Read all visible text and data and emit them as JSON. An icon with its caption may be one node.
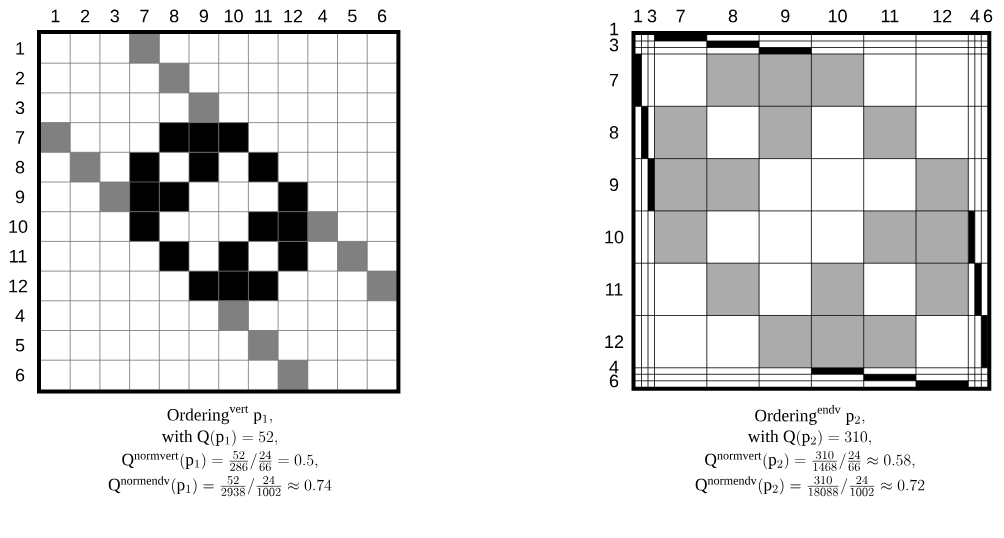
{
  "diagram": {
    "labels": [
      "1",
      "2",
      "3",
      "7",
      "8",
      "9",
      "10",
      "11",
      "12",
      "4",
      "5",
      "6",
      "1",
      "2",
      "3",
      "7",
      "8",
      "9",
      "10",
      "11",
      "12",
      "4",
      "5",
      "6",
      "\\mathrm{Ordering}^{\\mathrm{vert}}\\ \\mathrm{p}_1,",
      "\\mathrm{with}\\ \\mathrm{Q}(\\mathrm{p}_1) = 52,",
      "\\mathrm{Q}^{\\mathrm{normvert}}(\\mathrm{p}_1) = \\frac{52}{286}/\\frac{24}{66} = 0.5,",
      "\\mathrm{Q}^{\\mathrm{normendv}}(\\mathrm{p}_1) = \\frac{52}{2938}/\\frac{24}{1002} \\approx 0.74",
      "1",
      "3",
      "7",
      "8",
      "9",
      "10",
      "11",
      "12",
      "4",
      "6",
      "1",
      "3",
      "7",
      "8",
      "9",
      "10",
      "11",
      "12",
      "4",
      "6",
      "\\mathrm{Ordering}^{\\mathrm{endv}}\\ \\mathrm{p}_2,",
      "\\mathrm{with}\\ \\mathrm{Q}(\\mathrm{p}_2) = 310,",
      "\\mathrm{Q}^{\\mathrm{normvert}}(\\mathrm{p}_2) = \\frac{310}{1468}/\\frac{24}{66} \\approx 0.58,",
      "\\mathrm{Q}^{\\mathrm{normendv}}(\\mathrm{p}_2) = \\frac{310}{18088}/\\frac{24}{1002} \\approx 0.72"
    ]
  }
}
